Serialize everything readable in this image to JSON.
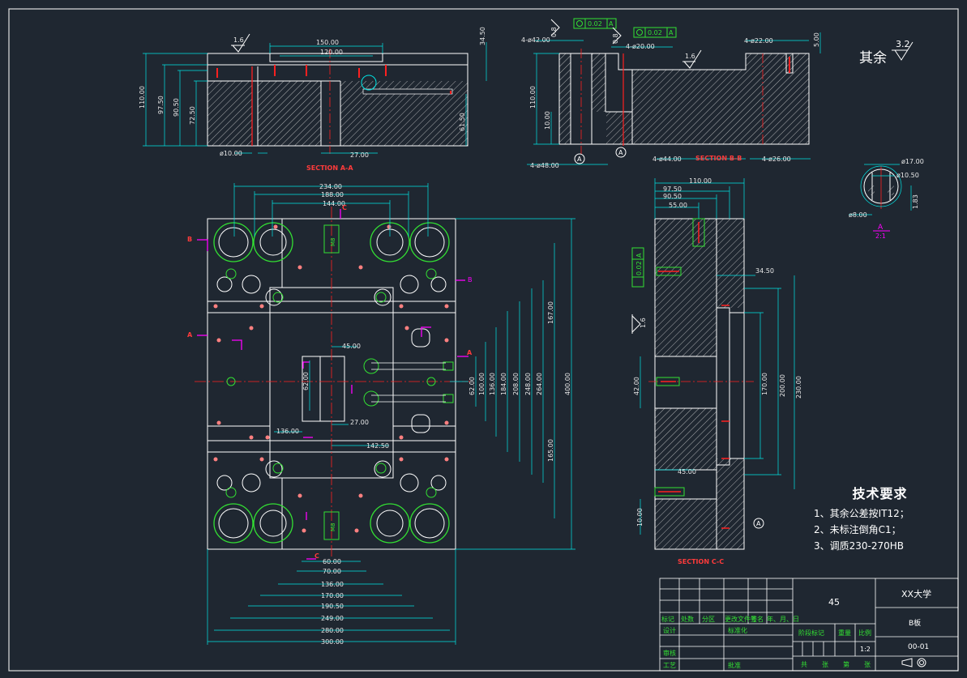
{
  "roughness_note": {
    "text": "其余",
    "value": "3.2",
    "sec_values": [
      "1.6",
      "1.6",
      "1.6",
      "0.8",
      "0.8"
    ]
  },
  "sections": {
    "aa": "SECTION A-A",
    "bb": "SECTION B-B",
    "cc": "SECTION C-C"
  },
  "aa_dims": {
    "w150": "150.00",
    "w120": "120.00",
    "h110": "110.00",
    "h97": "97.50",
    "h90": "90.50",
    "h72": "72.50",
    "h61": "61.50",
    "h34": "34.50",
    "d10": "ø10.00",
    "d27": "27.00"
  },
  "bb_dims": {
    "d42": "4-ø42.00",
    "d20": "4-ø20.00",
    "d22": "4-ø22.00",
    "d48": "4-ø48.00",
    "d44": "4-ø44.00",
    "d26": "4-ø26.00",
    "h110": "110.00",
    "h5": "5.00",
    "h10": "10.00",
    "tol1": "0.02",
    "tol2": "0.02",
    "datum": "A"
  },
  "detail": {
    "d17": "ø17.00",
    "d10": "ø10.50",
    "d8": "ø8.00",
    "h1": "1.83",
    "label": "A",
    "scale": "2:1"
  },
  "plan_dims": {
    "top": [
      "234.00",
      "188.00",
      "144.00"
    ],
    "bottom": [
      "60.00",
      "70.00",
      "136.00",
      "170.00",
      "190.50",
      "249.00",
      "280.00",
      "300.00"
    ],
    "right": [
      "62.00",
      "100.00",
      "136.00",
      "184.00",
      "208.00",
      "248.00",
      "264.00",
      "400.00"
    ],
    "right_167": "167.00",
    "right_165": "165.00",
    "inner": {
      "d45": "45.00",
      "d62": "62.00",
      "d27": "27.00",
      "d136": "136.00",
      "d142": "142.50"
    },
    "hole_label": "M8"
  },
  "cc_dims": {
    "top": [
      "110.00",
      "97.50",
      "90.50",
      "55.00"
    ],
    "h34": "34.50",
    "h170": "170.00",
    "h200": "200.00",
    "h230": "230.00",
    "h42": "42.00",
    "h10": "10.00",
    "h45": "45.00",
    "tol": "0.02",
    "datum": "A"
  },
  "markers": {
    "a": "A",
    "b": "B",
    "c": "C"
  },
  "tech": {
    "title": "技术要求",
    "items": [
      "1、其余公差按IT12；",
      "2、未标注倒角C1；",
      "3、调质230-270HB"
    ]
  },
  "title_block": {
    "material": "45",
    "school": "XX大学",
    "part": "B板",
    "drawing_no": "00-01",
    "scale": "1:2",
    "row_labels": [
      "标记",
      "处数",
      "分区",
      "更改文件号",
      "签名",
      "年、月、日"
    ],
    "design": "设计",
    "standard": "标准化",
    "stage": "阶段标记",
    "weight": "重量",
    "ratio": "比例",
    "check": "审核",
    "process": "工艺",
    "approve": "批准",
    "sheet_labels": [
      "共",
      "张",
      "第",
      "张"
    ]
  },
  "colors": {
    "bg": "#1f2731",
    "outline": "#ffffff",
    "center": "#ff2020",
    "dim": "#00e5e5",
    "hole": "#33e033",
    "hatch": "#d8d8d8",
    "mark": "#ff00ff"
  }
}
